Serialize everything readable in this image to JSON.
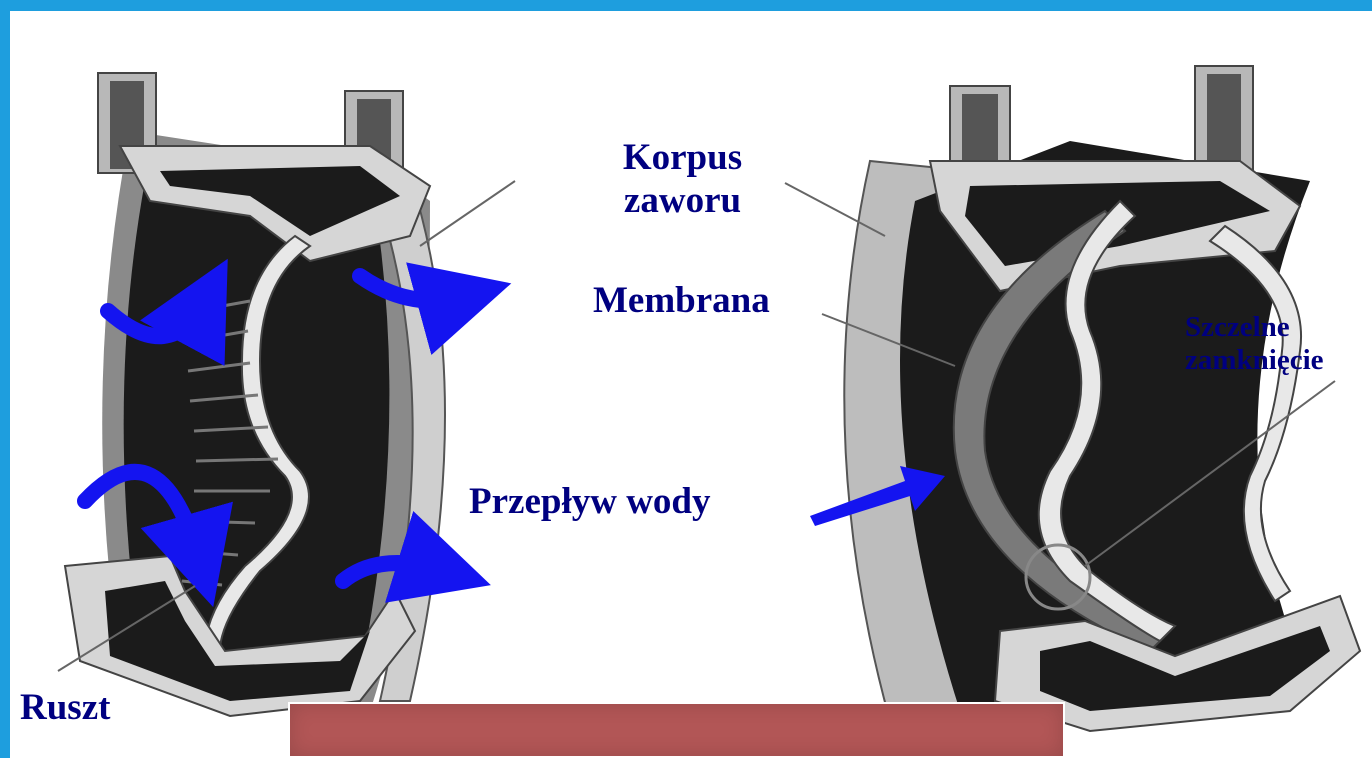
{
  "labels": {
    "korpus_zaworu": [
      "Korpus",
      "zaworu"
    ],
    "membrana": "Membrana",
    "szczelne_zamkniecie": [
      "Szczelne",
      "zamknięcie"
    ],
    "przeplyw_wody": "Przepływ wody",
    "ruszt": "Ruszt"
  },
  "colors": {
    "border": "#1e9ede",
    "label": "#000080",
    "arrow": "#1414f0",
    "box": "#b25656"
  }
}
